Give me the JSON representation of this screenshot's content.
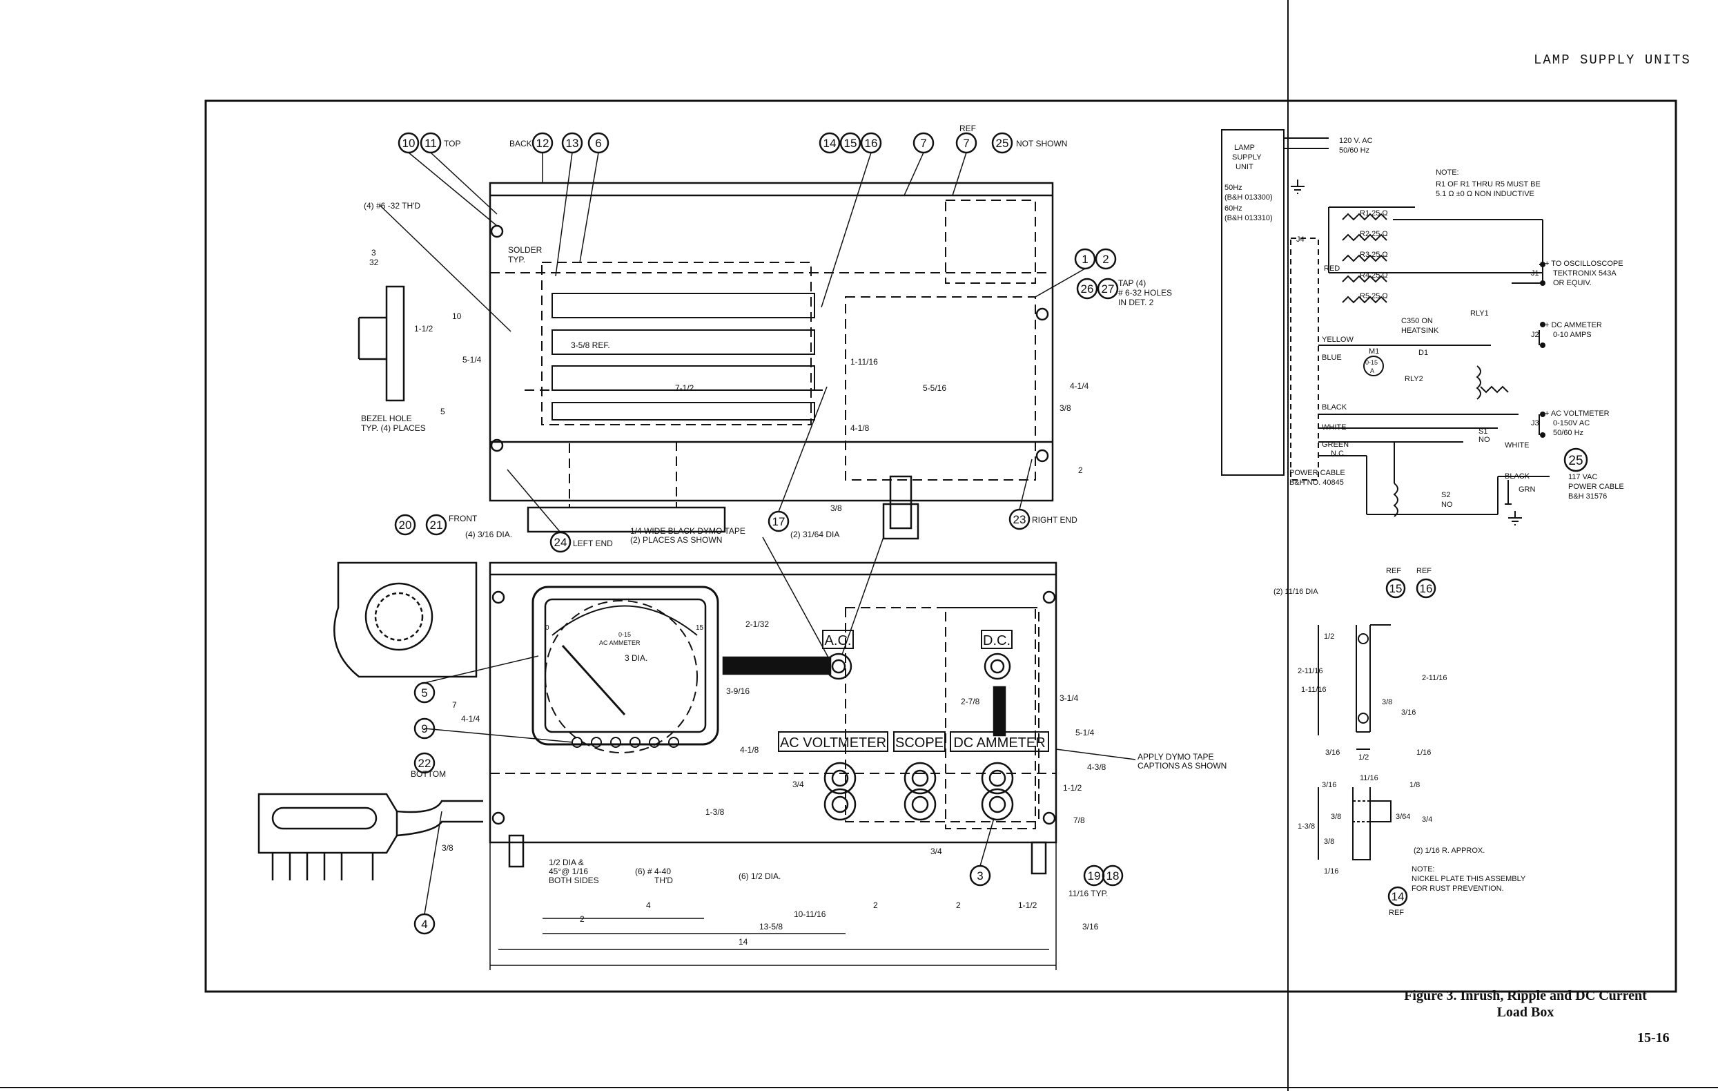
{
  "header": {
    "section_title": "LAMP SUPPLY UNITS"
  },
  "caption": {
    "line1": "Figure 3. Inrush, Ripple and DC Current",
    "line2": "Load Box"
  },
  "page_number": "15-16",
  "top_view": {
    "callouts": [
      "10",
      "11",
      "12",
      "13",
      "6",
      "14",
      "15",
      "16",
      "7",
      "7",
      "25",
      "1",
      "2",
      "26",
      "27",
      "17",
      "24",
      "23"
    ],
    "labels": {
      "top": "TOP",
      "back": "BACK",
      "ref": "REF",
      "not_shown": "NOT SHOWN",
      "thread": "(4) #6 -32 TH'D",
      "solder": "SOLDER",
      "typ": "TYP.",
      "ref358": "3-5/8 REF.",
      "tap": "TAP (4)",
      "tap2": "# 6-32 HOLES",
      "tap3": "IN DET. 2",
      "left_end": "LEFT END",
      "right_end": "RIGHT END",
      "bezel1": "BEZEL HOLE",
      "bezel2": "TYP. (4) PLACES"
    },
    "dims": [
      "10",
      "5-1/4",
      "5",
      "7-1/2",
      "5-5/16",
      "1-11/16",
      "4-1/8",
      "4-1/4",
      "3/8",
      "2",
      "3/8",
      "1-1/2",
      "3",
      "32"
    ]
  },
  "front_view": {
    "callouts": [
      "20",
      "21",
      "5",
      "9",
      "22",
      "4",
      "3",
      "19",
      "18"
    ],
    "labels": {
      "front": "FRONT",
      "dia316": "(4) 3/16 DIA.",
      "dymo1": "1/4 WIDE BLACK DYMO TAPE",
      "dymo2": "(2) PLACES AS SHOWN",
      "dia3164": "(2) 31/64 DIA",
      "meter_range": "0-15",
      "meter_name": "AC AMMETER",
      "dia3": "3 DIA.",
      "zero": "0",
      "fifteen": "15",
      "bottom": "BOTTOM",
      "hole1": "1/2 DIA &",
      "hole2": "45°@ 1/16",
      "hole3": "BOTH SIDES",
      "th1": "(6) # 4-40",
      "th2": "TH'D",
      "dia12": "(6) 1/2 DIA.",
      "apply1": "APPLY DYMO TAPE",
      "apply2": "CAPTIONS AS SHOWN",
      "ac": "A.C.",
      "dc": "D.C.",
      "ac_volt": "AC VOLTMETER",
      "scope": "SCOPE",
      "dc_amm": "DC AMMETER",
      "typ1116": "11/16 TYP."
    },
    "dims": [
      "2-1/32",
      "3-9/16",
      "4-1/8",
      "1-3/8",
      "3/4",
      "7",
      "4-1/4",
      "3/8",
      "2-7/8",
      "3-1/4",
      "5-1/4",
      "4-3/8",
      "1-1/2",
      "7/8",
      "3/4",
      "2",
      "4",
      "2",
      "2",
      "1-1/2",
      "10-11/16",
      "13-5/8",
      "14",
      "3/16"
    ]
  },
  "schematic": {
    "lamp_unit": [
      "LAMP",
      "SUPPLY",
      "UNIT"
    ],
    "models": [
      "50Hz",
      "(B&H 013300)",
      "60Hz",
      "(B&H 013310)"
    ],
    "supply": [
      "120 V. AC",
      "50/60 Hz"
    ],
    "note": [
      "NOTE:",
      "R1 OF R1 THRU R5 MUST BE",
      "5.1 Ω ±0 Ω NON INDUCTIVE"
    ],
    "resistors": [
      "R1 25 Ω",
      "R2 25 Ω",
      "R3 25 Ω",
      "R4 25 Ω",
      "R5 25 Ω"
    ],
    "wires": [
      "RED",
      "YELLOW",
      "BLUE",
      "BLACK",
      "WHITE",
      "GREEN",
      "N.C."
    ],
    "parts": [
      "J4",
      "C350 ON",
      "HEATSINK",
      "D1",
      "M1",
      "0-15",
      "A",
      "RLY1",
      "RLY2",
      "S1",
      "NO",
      "S2",
      "NO"
    ],
    "outputs": [
      {
        "lines": [
          "+ TO OSCILLOSCOPE",
          "TEKTRONIX 543A",
          "OR EQUIV."
        ],
        "jack": "J1"
      },
      {
        "lines": [
          "+ DC AMMETER",
          "0-10 AMPS"
        ],
        "jack": "J2"
      },
      {
        "lines": [
          "+ AC VOLTMETER",
          "0-150V AC",
          "50/60 Hz"
        ],
        "jack": "J3"
      }
    ],
    "power": [
      "POWER CABLE",
      "B&H NO. 40845"
    ],
    "cable": {
      "callout": "25",
      "lines": [
        "117 VAC",
        "POWER CABLE",
        "B&H 31576"
      ],
      "white": "WHITE",
      "black": "BLACK",
      "grn": "GRN"
    }
  },
  "detail_bracket": {
    "labels": [
      "(2) 11/16 DIA",
      "REF",
      "REF",
      "15",
      "16"
    ],
    "dims": [
      "1/2",
      "2-11/16",
      "1-11/16",
      "2-11/16",
      "3/8",
      "3/16",
      "3/16",
      "1/2",
      "1/16"
    ]
  },
  "detail_section": {
    "dims": [
      "3/16",
      "11/16",
      "1/8",
      "3/8",
      "3/64",
      "3/4",
      "1-3/8",
      "3/8",
      "1/16"
    ],
    "labels": [
      "(2) 1/16 R. APPROX.",
      "NOTE:",
      "NICKEL PLATE THIS ASSEMBLY",
      "FOR RUST PREVENTION.",
      "14",
      "REF"
    ]
  }
}
